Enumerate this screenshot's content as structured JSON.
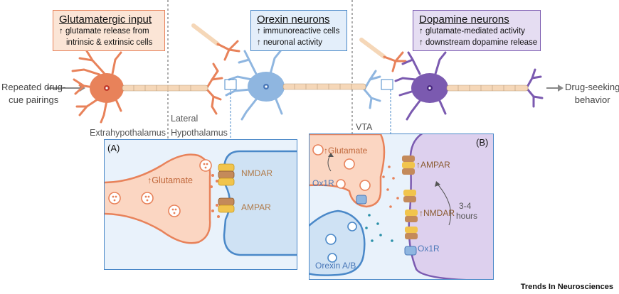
{
  "boxes": {
    "glutamatergic": {
      "title": "Glutamatergic input",
      "lines": [
        "↑ glutamate release from",
        "intrinsic & extrinsic cells"
      ]
    },
    "orexin": {
      "title": "Orexin neurons",
      "lines": [
        "↑ immunoreactive cells",
        "↑ neuronal activity"
      ]
    },
    "dopamine": {
      "title": "Dopamine neurons",
      "lines": [
        "↑ glutamate-mediated activity",
        "↑ downstream dopamine release"
      ]
    }
  },
  "side": {
    "left": [
      "Repeated drug-",
      "cue pairings"
    ],
    "right": [
      "Drug-seeking",
      "behavior"
    ]
  },
  "regions": {
    "extrahypothalamus": "Extrahypothalamus",
    "lateral": "Lateral",
    "hypothalamus": "Hypothalamus",
    "vta": "VTA"
  },
  "panel_a": {
    "label": "(A)",
    "glutamate": "↑Glutamate",
    "nmdar": "NMDAR",
    "ampar": "AMPAR"
  },
  "panel_b": {
    "label": "(B)",
    "glutamate": "↑Glutamate",
    "ox1r_top": "Ox1R",
    "ampar": "↑AMPAR",
    "nmdar": "↑NMDAR",
    "hours_1": "3-4",
    "hours_2": "hours",
    "ox1r_bottom": "Ox1R",
    "orexin": "Orexin A/B"
  },
  "footer": "Trends In Neurosciences",
  "colors": {
    "glutamatergic": "#e8825a",
    "orexin": "#8fb6e0",
    "dopamine": "#7b5ab0",
    "panel_border": "#4a88c8",
    "panel_bg": "#e9f2fb"
  }
}
